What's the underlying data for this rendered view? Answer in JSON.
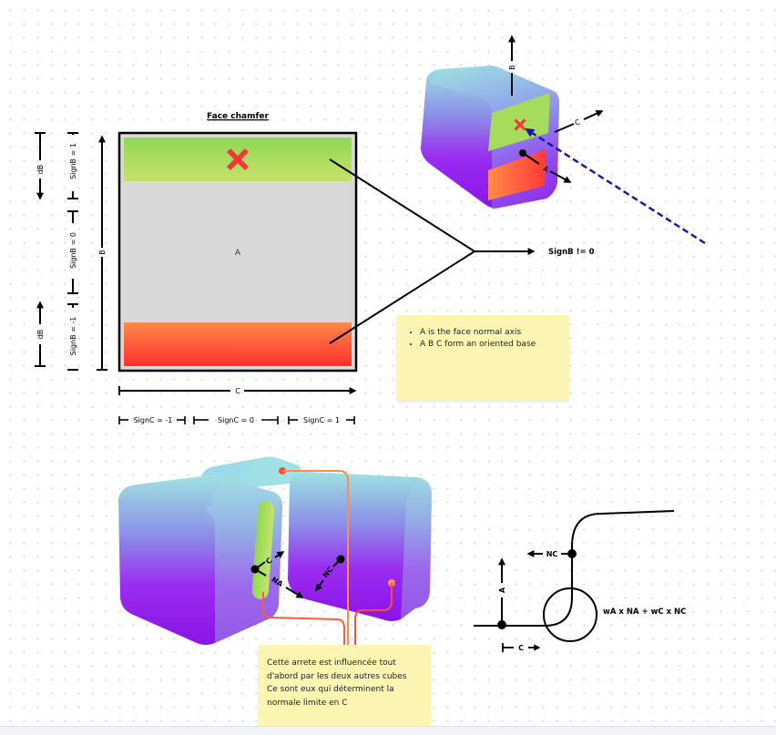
{
  "title": "Face chamfer",
  "face": {
    "center_label": "A",
    "colors": {
      "top_band": [
        "#8fd855",
        "#c6e26a"
      ],
      "bottom_band": [
        "#ff8a48",
        "#ff3030"
      ],
      "face_fill": "#d9d9d9",
      "cross": "#f03a3a"
    }
  },
  "axes": {
    "b_label": "B",
    "c_label": "C",
    "db_top": "dB",
    "db_bottom": "dB"
  },
  "sign_b": [
    "SignB = 1",
    "SignB = 0",
    "SignB = -1"
  ],
  "sign_c": [
    "SignC = -1",
    "SignC = 0",
    "SignC = 1"
  ],
  "branch_result": "SignB != 0",
  "cube_top": {
    "b_label": "B",
    "c_label": "C",
    "a_label": "A",
    "ray_color": "#1a1aa6"
  },
  "note_basis": {
    "items": [
      "A is the face normal axis",
      "A B C form an oriented base"
    ]
  },
  "cubes_bottom": {
    "c_label": "C",
    "na_label": "NA",
    "nc_label": "NC",
    "wire_colors": [
      "#ff4a3a",
      "#ff8c4a"
    ]
  },
  "note_edge": {
    "lines": [
      "Cette arrete est influencée tout",
      "d'abord par les deux autres cubes",
      "Ce sont eux qui déterminent la",
      "normale limite en C"
    ]
  },
  "profile": {
    "nc_label": "NC",
    "a_label": "A",
    "c_label": "C",
    "formula": "wA x NA + wC x NC"
  }
}
